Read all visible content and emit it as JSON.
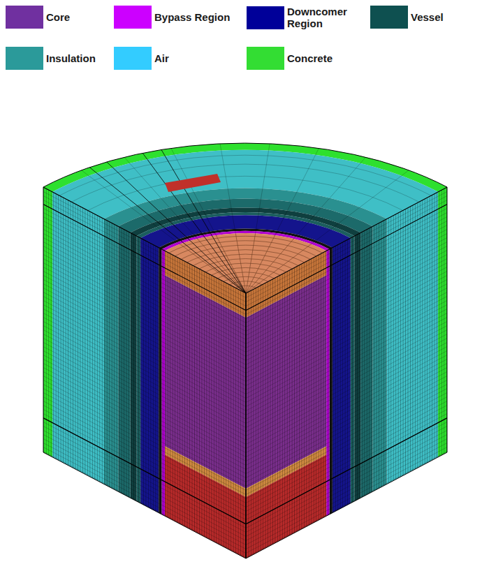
{
  "diagram": {
    "legend": [
      {
        "text": "Core",
        "color": "#7030a0"
      },
      {
        "text": "Bypass Region",
        "color": "#cc00ff"
      },
      {
        "text": "Downcomer Region",
        "color": "#000099"
      },
      {
        "text": "Vessel",
        "color": "#0e5050"
      },
      {
        "text": "Insulation",
        "color": "#2b9a9a"
      },
      {
        "text": "Air",
        "color": "#33ccff"
      },
      {
        "text": "Concrete",
        "color": "#33dd33"
      }
    ]
  }
}
